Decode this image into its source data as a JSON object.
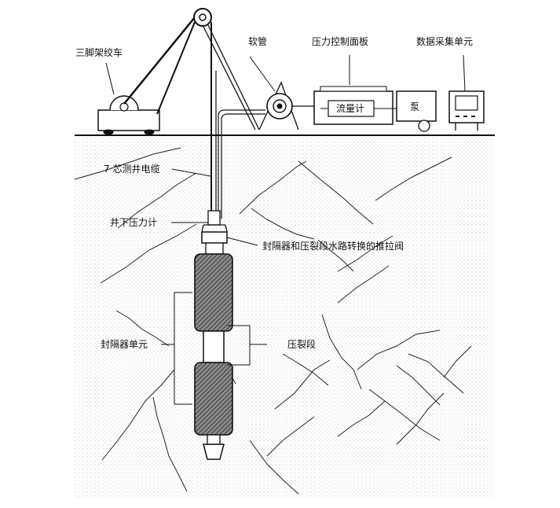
{
  "labels": {
    "tripod_winch": "三脚架绞车",
    "hose": "软管",
    "pressure_panel": "压力控制面板",
    "data_unit": "数据采集单元",
    "flowmeter": "流量计",
    "pump": "泵",
    "cable": "7 芯测井电缆",
    "downhole_gauge": "井下压力计",
    "valve": "封隔器和压裂段水路转换的推拉阀",
    "packer_unit": "封隔器单元",
    "frac_section": "压裂段"
  },
  "colors": {
    "line": "#111111",
    "ground_dots": "#c9c9c9",
    "packer_fill": "#6a6a6a"
  }
}
